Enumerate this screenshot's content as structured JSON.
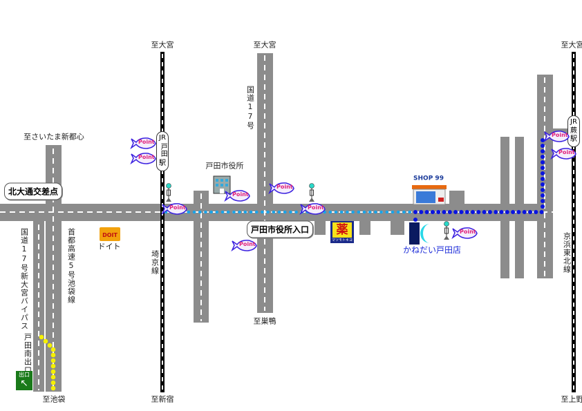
{
  "colors": {
    "road": "#8c8c8c",
    "rail": "#000000",
    "route_cyan": "#1aa3e8",
    "route_blue": "#0a14e0",
    "route_yellow": "#f5f000",
    "exit_green": "#1a7a1a",
    "point_pink": "#e0207a"
  },
  "directions": {
    "north_left": "至大宮",
    "north_center": "至大宮",
    "north_right": "至大宮",
    "saitama": "至さいたま新都心",
    "sugamo": "至巣鴨",
    "ikebukuro": "至池袋",
    "shinjuku": "至新宿",
    "ueno": "至上野"
  },
  "stations": {
    "toda": {
      "line1": "JR",
      "line2": "戸田",
      "line3": "駅"
    },
    "warabi": {
      "line1": "JR",
      "line2": "蕨",
      "line3": "駅"
    }
  },
  "roads": {
    "route17": "国道17号",
    "bypass": "国道17号新大宮バイパス",
    "expressway": "首都高速5号池袋線",
    "saikyo": "埼京線",
    "keihin": "京浜東北線",
    "toda_exit": "戸田南出口",
    "exit_sign": "出口"
  },
  "landmarks": {
    "city_hall": "戸田市役所",
    "kita_odori": "北大通交差点",
    "city_hall_entrance": "戸田市役所入口",
    "doit": "ドイト",
    "doit_logo": "DOIT",
    "drugstore": "薬",
    "drugstore_sub": "マツモトキヨシ",
    "shop99": "SHOP 99",
    "kanedai": "かねだい戸田店"
  },
  "point_label": "Point"
}
